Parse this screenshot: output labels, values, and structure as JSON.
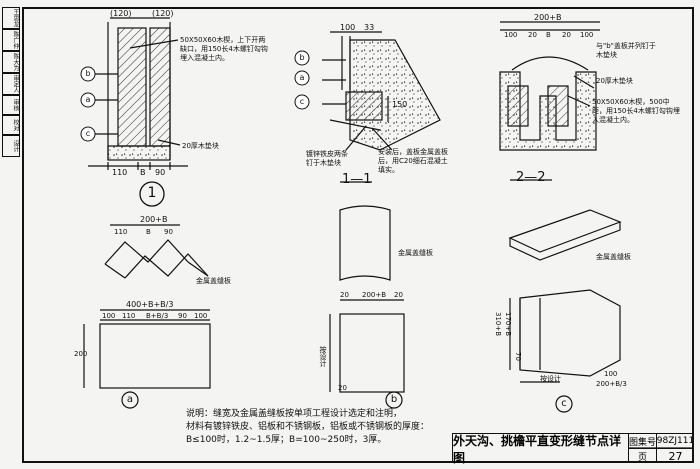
{
  "sidebar": {
    "cells": [
      "王思龙",
      "陈广仲",
      "陈大为",
      "审定人",
      "审核",
      "校对",
      "设计",
      "制图",
      "批准"
    ]
  },
  "detail1": {
    "dim_top_left": "(120)",
    "dim_top_right": "(120)",
    "dim_bottom": [
      "110",
      "B",
      "90"
    ],
    "callout_b": "b",
    "callout_a": "a",
    "callout_c": "c",
    "note_top": "50X50X60木楔，上下开两缺口，用150长4木螺钉勾钩埋入混凝土内。",
    "note_bottom": "20厚木垫块",
    "circle_label": "1"
  },
  "section11": {
    "dim_top": [
      "100",
      "33"
    ],
    "dim_right": "150",
    "note_left": "镀锌铁皮两条钉于木垫块",
    "note_right": "安装后，盖板金属盖板后，用C20细石混凝土填实。",
    "label": "1—1"
  },
  "section22": {
    "dim_top": "200+B",
    "dim_sub": [
      "100",
      "20",
      "B",
      "20",
      "100"
    ],
    "note_top": "与\"b\"盖板并列钉于木垫块",
    "note_mid": "20厚木垫块",
    "note_bottom": "50X50X60木楔，500中距，用150长4木螺钉勾钩埋入混凝土内。",
    "label": "2—2"
  },
  "part_a": {
    "dim_top": "200+B",
    "dim_sub": [
      "110",
      "B",
      "90"
    ],
    "label_plate": "金属盖缝板",
    "dim_flat_total": "400+B+B/3",
    "dim_flat_sub": [
      "100",
      "110",
      "B+B/3",
      "90",
      "100"
    ],
    "dim_side": "200",
    "circle_label": "a"
  },
  "part_b": {
    "label_plate": "金属盖缝板",
    "dim_top": [
      "20",
      "200+B",
      "20"
    ],
    "side_text": "按设计",
    "circle_label": "b",
    "dim_bottom": "20"
  },
  "part_c": {
    "label_plate": "金属盖缝板",
    "dim_side": [
      "310+B",
      "170+B",
      "70"
    ],
    "dim_bottom": [
      "按设计"
    ],
    "dim_right": [
      "100",
      "200+B/3"
    ],
    "circle_label": "c"
  },
  "notes": {
    "lines": [
      "说明：缝宽及金属盖缝板按单项工程设计选定和注明，",
      "材料有镀锌铁皮、铝板和不锈钢板，铝板或不锈钢板的厚度：",
      "B≤100时，1.2~1.5厚；B=100~250时，3厚。"
    ]
  },
  "title_block": {
    "title": "外天沟、挑檐平直变形缝节点详图",
    "atlas_label": "图集号",
    "atlas_no": "98ZJ111",
    "page_label": "页",
    "page_no": "27"
  }
}
